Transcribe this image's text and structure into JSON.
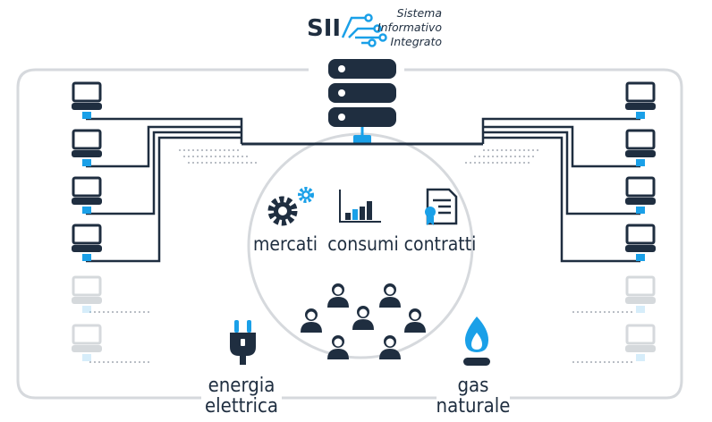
{
  "logo": {
    "acronym": "SII",
    "line1": "Sistema",
    "line2": "Informativo",
    "line3": "Integrato"
  },
  "center": {
    "markets": "mercati",
    "consumption": "consumi",
    "contracts": "contratti"
  },
  "bottom": {
    "electricity_line1": "energia",
    "electricity_line2": "elettrica",
    "gas_line1": "gas",
    "gas_line2": "naturale"
  },
  "colors": {
    "navy": "#1f2e40",
    "accent": "#1aa0e8",
    "frame": "#d6d9dd"
  }
}
